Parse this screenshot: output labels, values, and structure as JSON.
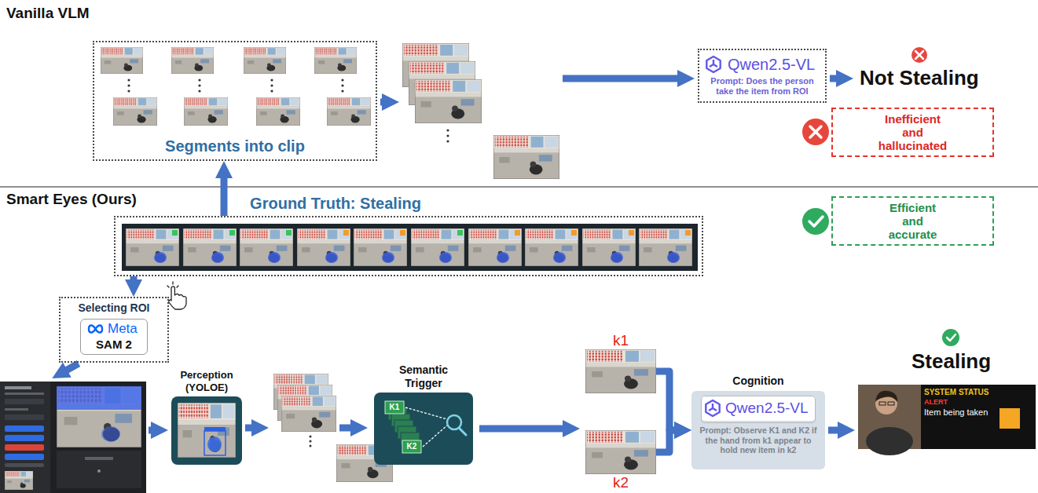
{
  "diagram": {
    "nodes": [
      {
        "text": [
          "Segments into clip"
        ]
      },
      {
        "text": [
          "Qwen2.5-VL",
          "Prompt: Does the person take the item from ROI"
        ]
      },
      {
        "text": [
          "Inefficient and hallucinated"
        ]
      },
      {
        "text": [
          "Ground Truth: Stealing"
        ]
      },
      {
        "text": [
          "Efficient and accurate"
        ]
      },
      {
        "text": [
          "Selecting ROI"
        ]
      },
      {
        "text": [
          "Meta",
          "SAM 2"
        ],
        "in": 5
      },
      {
        "text": [
          "Perception (YOLOE)"
        ]
      },
      {
        "text": [
          "Semantic Trigger"
        ]
      },
      {
        "text": [
          "k1"
        ]
      },
      {
        "text": [
          "k2"
        ]
      },
      {
        "text": [
          "Cognition",
          "Prompt: Observe K1 and K2 if the hand from k1 appear to hold new item in k2"
        ]
      },
      {
        "text": [
          "Qwen2.5-VL"
        ],
        "in": 11
      }
    ],
    "edges": [
      {
        "from": 3,
        "to": 0,
        "arrow": "to"
      },
      {
        "from": 3,
        "to": 5,
        "arrow": "to"
      },
      {
        "from": 9,
        "to": 11,
        "arrow": "to"
      },
      {
        "from": 10,
        "to": 11,
        "arrow": "to"
      }
    ],
    "labels": [
      "Vanilla VLM",
      "Not Stealing",
      "Smart Eyes (Ours)",
      "K1",
      "K2",
      "Stealing",
      "SYSTEM STATUS",
      "ALERT",
      "Item being taken"
    ]
  }
}
